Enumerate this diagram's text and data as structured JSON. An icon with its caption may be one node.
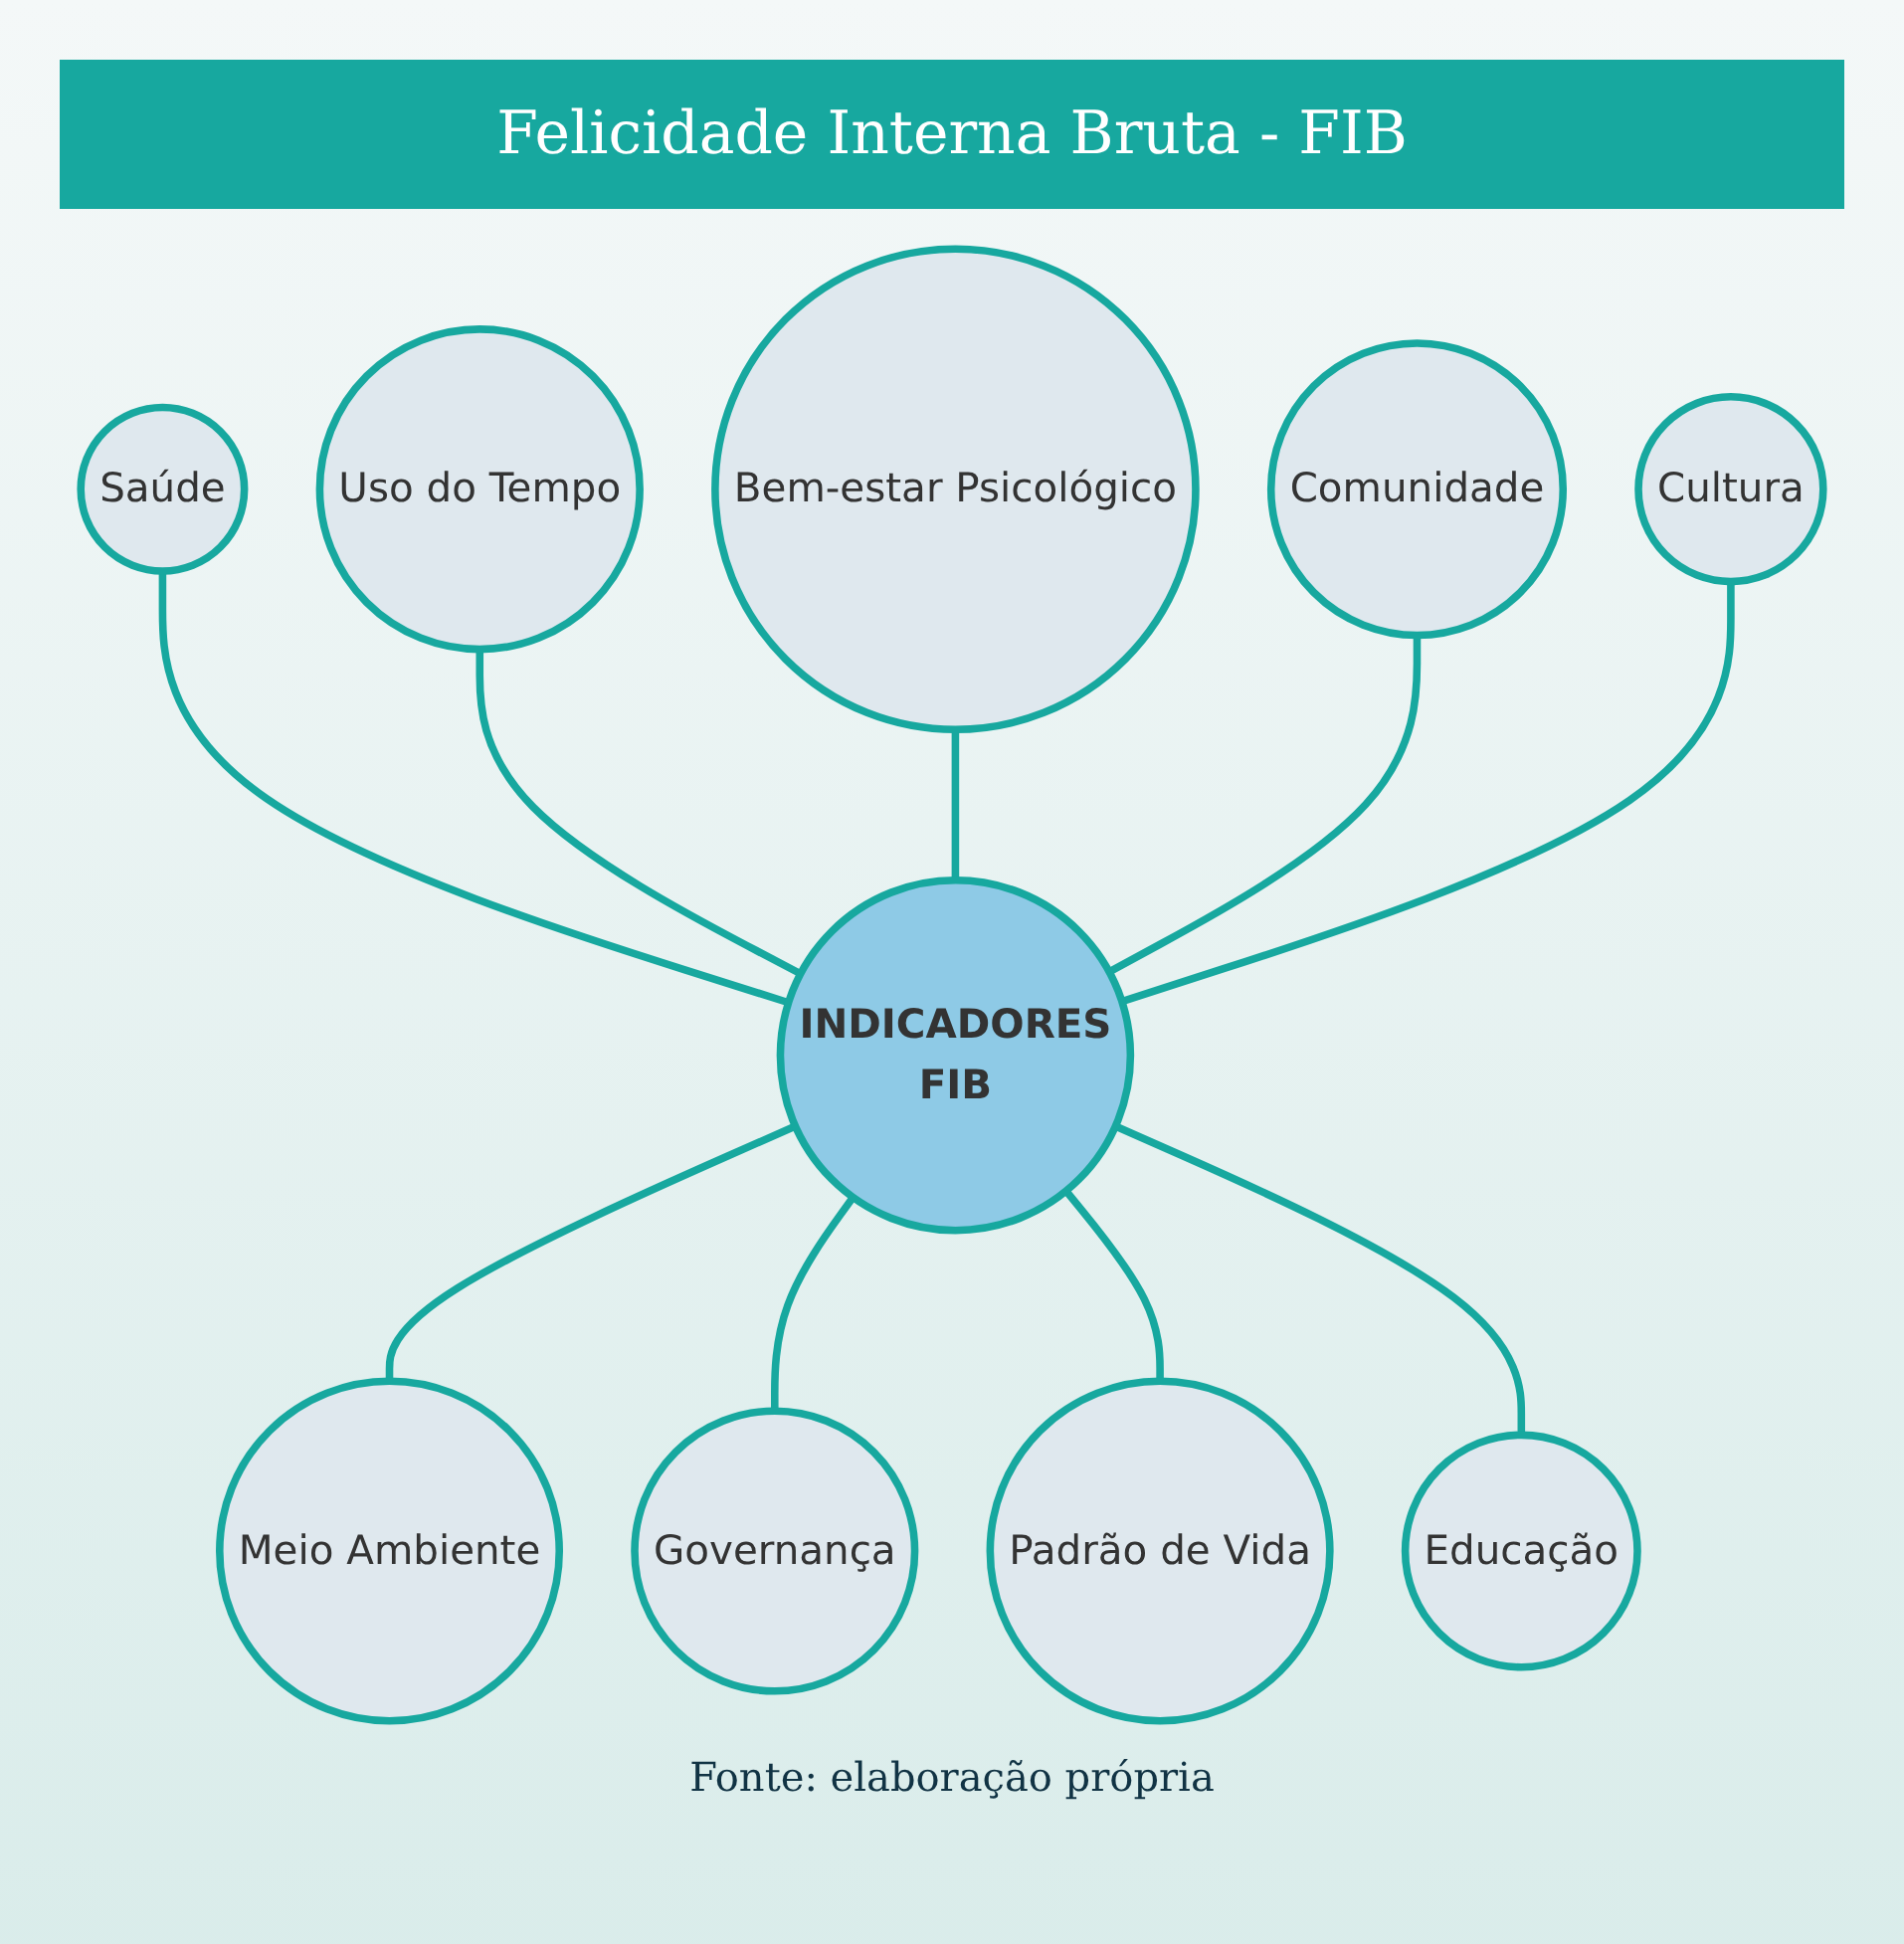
{
  "diagram": {
    "title": "Felicidade Interna Bruta - FIB",
    "caption": "Fonte: elaboração própria",
    "nodes": [
      {
        "text": [
          "INDICADORES",
          "FIB"
        ]
      },
      {
        "text": [
          "Saúde"
        ]
      },
      {
        "text": [
          "Uso do Tempo"
        ]
      },
      {
        "text": [
          "Bem-estar Psicológico"
        ]
      },
      {
        "text": [
          "Comunidade"
        ]
      },
      {
        "text": [
          "Meio Ambiente"
        ]
      },
      {
        "text": [
          "Governança"
        ]
      },
      {
        "text": [
          "Padrão de Vida"
        ]
      },
      {
        "text": [
          "Educação"
        ]
      },
      {
        "text": [
          "Cultura"
        ]
      }
    ],
    "edges": [
      {
        "from": 1,
        "to": 0,
        "arrow": "none"
      },
      {
        "from": 2,
        "to": 0,
        "arrow": "none"
      },
      {
        "from": 3,
        "to": 0,
        "arrow": "none"
      },
      {
        "from": 4,
        "to": 0,
        "arrow": "none"
      },
      {
        "from": 0,
        "to": 5,
        "arrow": "none"
      },
      {
        "from": 0,
        "to": 6,
        "arrow": "none"
      },
      {
        "from": 0,
        "to": 7,
        "arrow": "none"
      },
      {
        "from": 0,
        "to": 8,
        "arrow": "none"
      },
      {
        "from": 9,
        "to": 0,
        "arrow": "none"
      }
    ]
  }
}
